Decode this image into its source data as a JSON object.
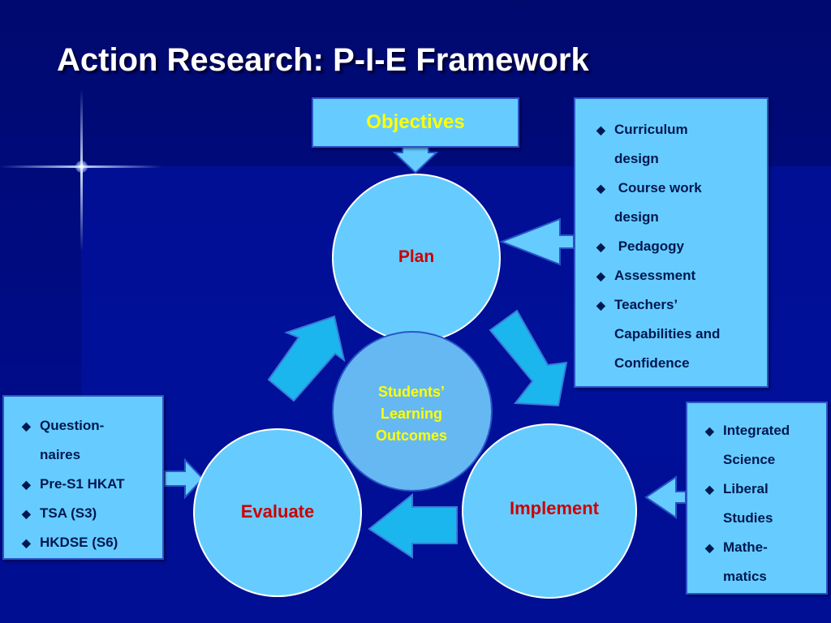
{
  "title": "Action Research: P-I-E Framework",
  "objectives": "Objectives",
  "cycle": {
    "plan": "Plan",
    "implement": "Implement",
    "evaluate": "Evaluate",
    "center": [
      "Students’",
      "Learning",
      "Outcomes"
    ]
  },
  "plan_inputs": [
    "Curriculum",
    "design",
    " Course work",
    "design",
    " Pedagogy",
    "Assessment",
    "Teachers’",
    "Capabilities and",
    "Confidence"
  ],
  "implement_inputs": [
    "Integrated",
    "Science",
    "Liberal",
    "Studies",
    "Mathe-",
    "matics"
  ],
  "evaluate_inputs": [
    "Question-",
    "naires",
    "Pre-S1 HKAT",
    "TSA (S3)",
    "HKDSE (S6)"
  ],
  "colors": {
    "background": "#000a7a",
    "shape_fill": "#66ccff",
    "shape_border": "#2a55c8",
    "stage_label": "#cc0000",
    "highlight_text": "#ffff00",
    "list_text": "#001850"
  }
}
